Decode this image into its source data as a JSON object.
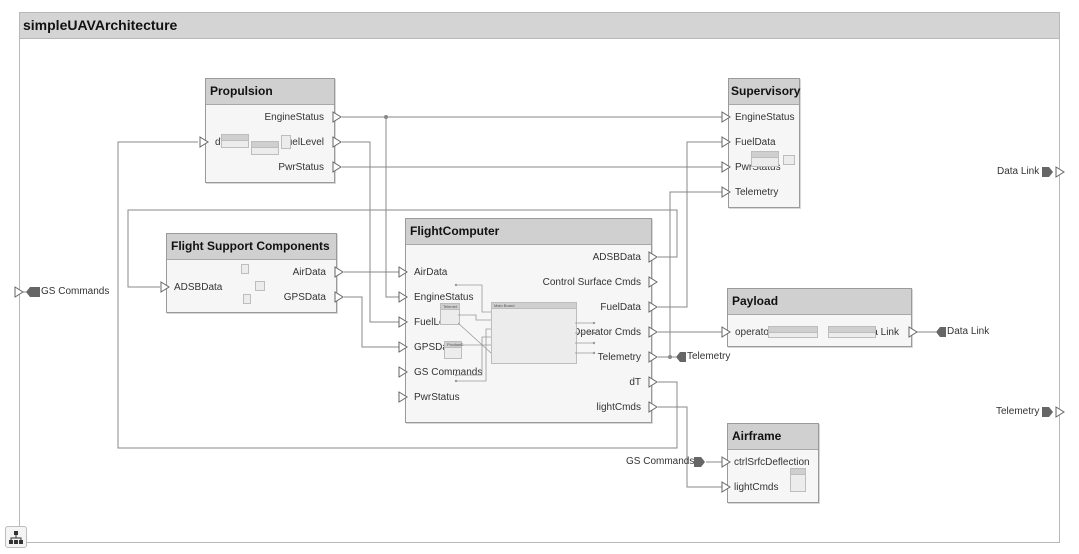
{
  "model": {
    "title": "simpleUAVArchitecture"
  },
  "components": {
    "propulsion": {
      "title": "Propulsion",
      "ports": {
        "engine_status": "EngineStatus",
        "fuel_level": "FuelLevel",
        "pwr_status": "PwrStatus",
        "dT": "dT"
      }
    },
    "supervisory": {
      "title": "Supervisory",
      "ports": {
        "engine_status": "EngineStatus",
        "fuel_data": "FuelData",
        "pwr_status": "PwrStatus",
        "telemetry": "Telemetry"
      }
    },
    "flight_support": {
      "title": "Flight Support Components",
      "ports": {
        "adsb_data": "ADSBData",
        "air_data": "AirData",
        "gps_data": "GPSData"
      }
    },
    "flight_computer": {
      "title": "FlightComputer",
      "inputs": {
        "air_data": "AirData",
        "engine_status": "EngineStatus",
        "fuel_level": "FuelLevel",
        "gps_data": "GPSData",
        "gs_commands": "GS Commands",
        "pwr_status": "PwrStatus"
      },
      "outputs": {
        "adsb_data": "ADSBData",
        "control_surface_cmds": "Control Surface Cmds",
        "fuel_data": "FuelData",
        "operator_cmds": "Operator Cmds",
        "telemetry": "Telemetry",
        "dT": "dT",
        "light_cmds": "lightCmds"
      },
      "inner": {
        "main_board": "Main Board",
        "telemetry": "Telemet",
        "gps": "ProductS"
      }
    },
    "payload": {
      "title": "Payload",
      "ports": {
        "operator_cmds": "operatorCmds",
        "data_link": "Data Link"
      }
    },
    "airframe": {
      "title": "Airframe",
      "ports": {
        "ctrl_srfc_deflection": "ctrlSrfcDeflection",
        "light_cmds": "lightCmds"
      }
    }
  },
  "external": {
    "gs_commands_left": "GS Commands",
    "data_link_right": "Data Link",
    "telemetry_right": "Telemetry",
    "data_link_payload": "Data Link",
    "telemetry_fc": "Telemetry",
    "gs_commands_airframe": "GS Commands"
  }
}
